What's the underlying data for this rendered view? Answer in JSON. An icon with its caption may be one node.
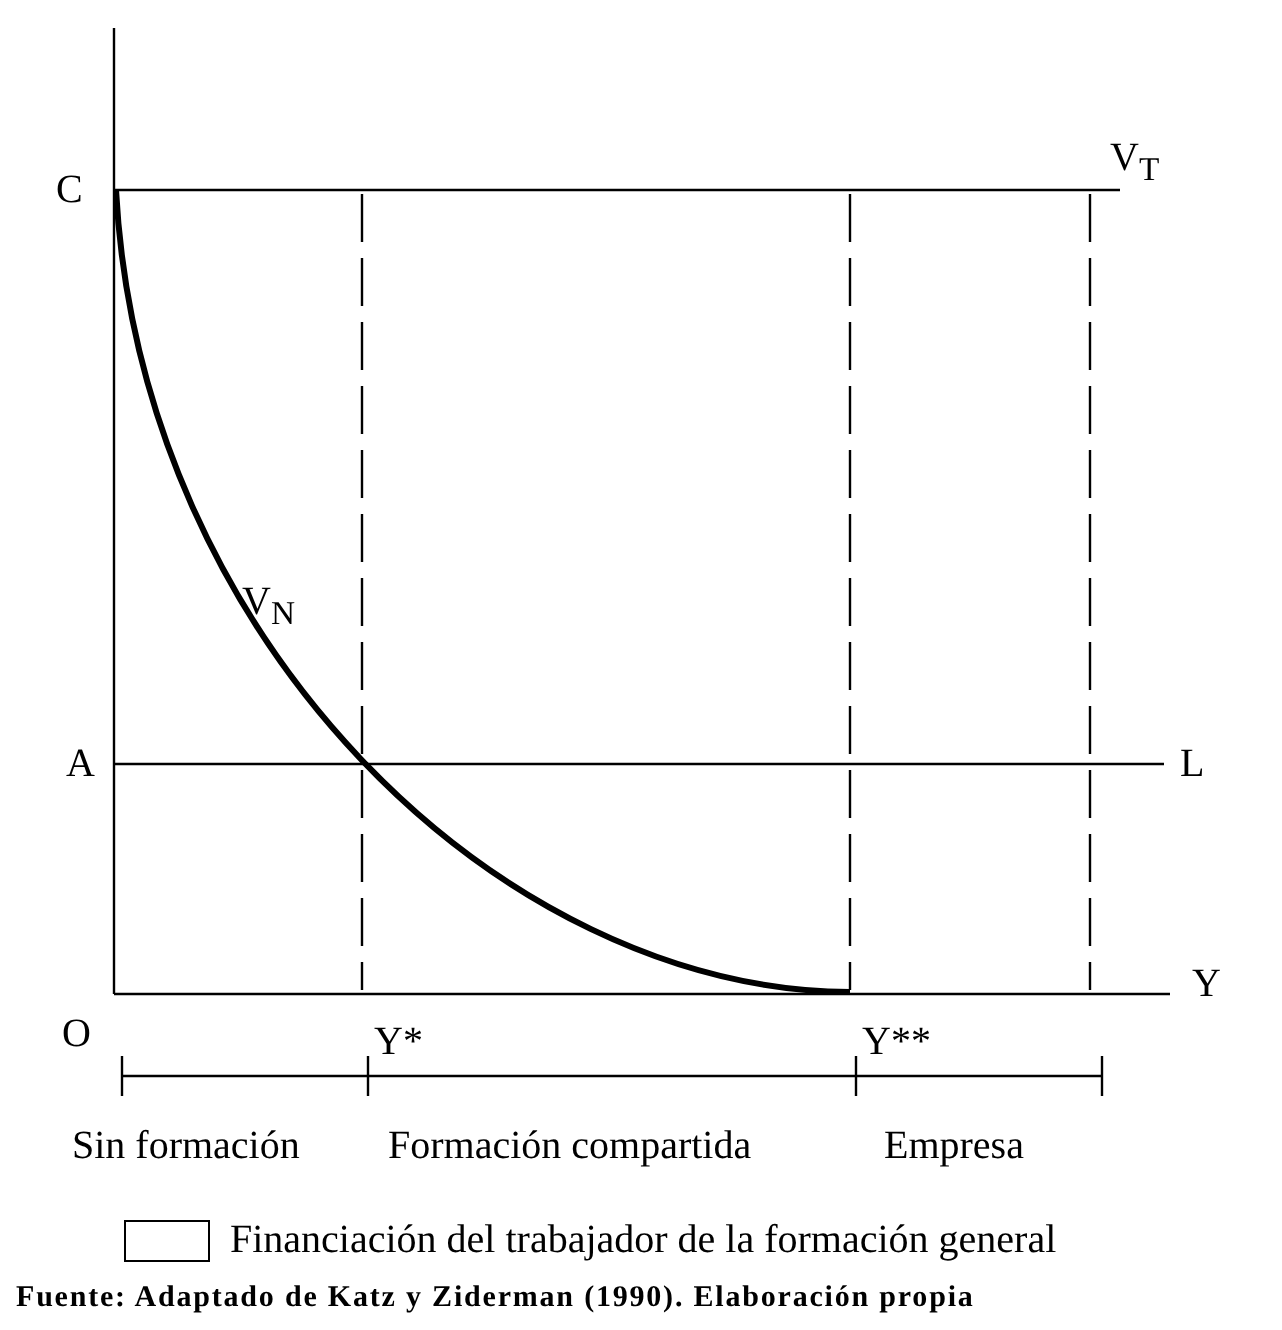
{
  "diagram": {
    "caption": "Fuente: Adaptado de Katz y Ziderman (1990). Elaboración propia",
    "labels": [
      "C",
      "V$_{T}$",
      "V$_{N}$",
      "A",
      "L",
      "Y",
      "O",
      "Y*",
      "Y**",
      "Sin formación",
      "Formación compartida",
      "Empresa"
    ],
    "legend": [
      {
        "text": "Financiación del trabajador de la formación general",
        "color": "#ffffff"
      }
    ]
  }
}
